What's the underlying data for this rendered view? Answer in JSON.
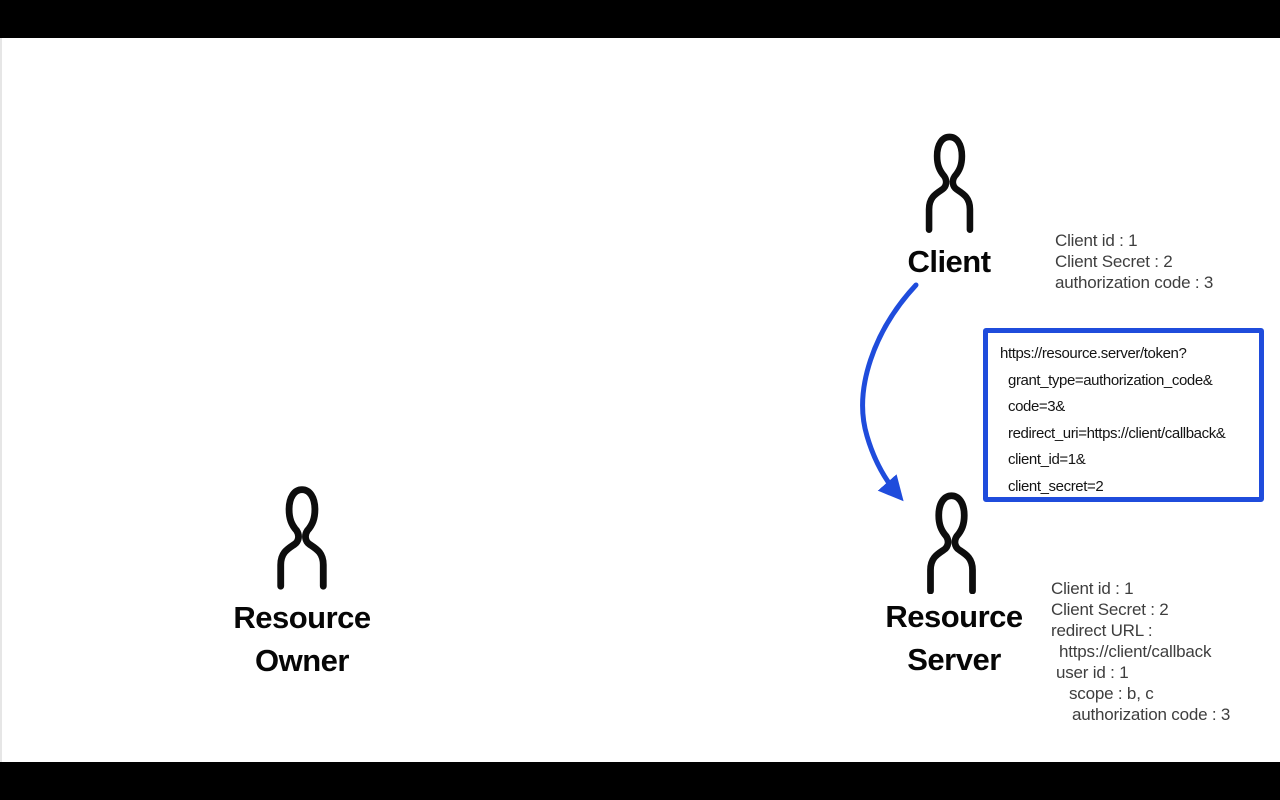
{
  "title": "OAuth 2.0 access token request diagram",
  "colors": {
    "letterbox": "#000000",
    "canvas": "#ffffff",
    "accent_blue": "#1f4cdc",
    "icon_black": "#0d0d0d",
    "note_text": "#3e3e3e",
    "box_text": "#141414"
  },
  "actors": {
    "client": {
      "label": "Client",
      "notes": [
        "Client id : 1",
        "Client Secret : 2",
        "authorization code : 3"
      ]
    },
    "resource_server": {
      "label_lines": [
        "Resource",
        "Server"
      ],
      "notes": [
        "Client id : 1",
        "Client Secret : 2",
        "redirect URL :",
        "https://client/callback",
        "user id : 1",
        "scope : b, c",
        "authorization code : 3"
      ]
    },
    "resource_owner": {
      "label_lines": [
        "Resource",
        "Owner"
      ]
    }
  },
  "request_box": {
    "lines": [
      "https://resource.server/token?",
      "grant_type=authorization_code&",
      "code=3&",
      "redirect_uri=https://client/callback&",
      "client_id=1&",
      "client_secret=2"
    ]
  }
}
